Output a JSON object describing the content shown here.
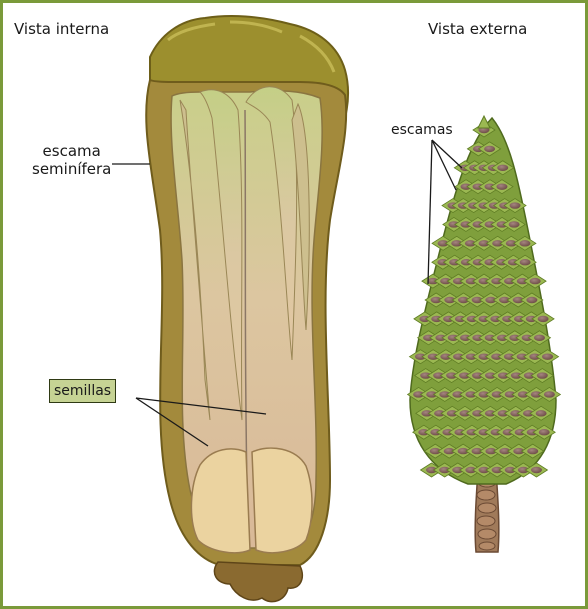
{
  "titles": {
    "left": "Vista interna",
    "right": "Vista externa"
  },
  "labels": {
    "escama_line1": "escama",
    "escama_line2": "seminífera",
    "semillas": "semillas",
    "escamas": "escamas"
  },
  "colors": {
    "border": "#7a9a3a",
    "scale_dark": "#8a7a2a",
    "scale_top": "#8f8a2e",
    "seed": "#e8cf9c",
    "cone_green": "#7f9f3c",
    "cone_pink": "#a97a78",
    "label_box": "#c6d394"
  }
}
